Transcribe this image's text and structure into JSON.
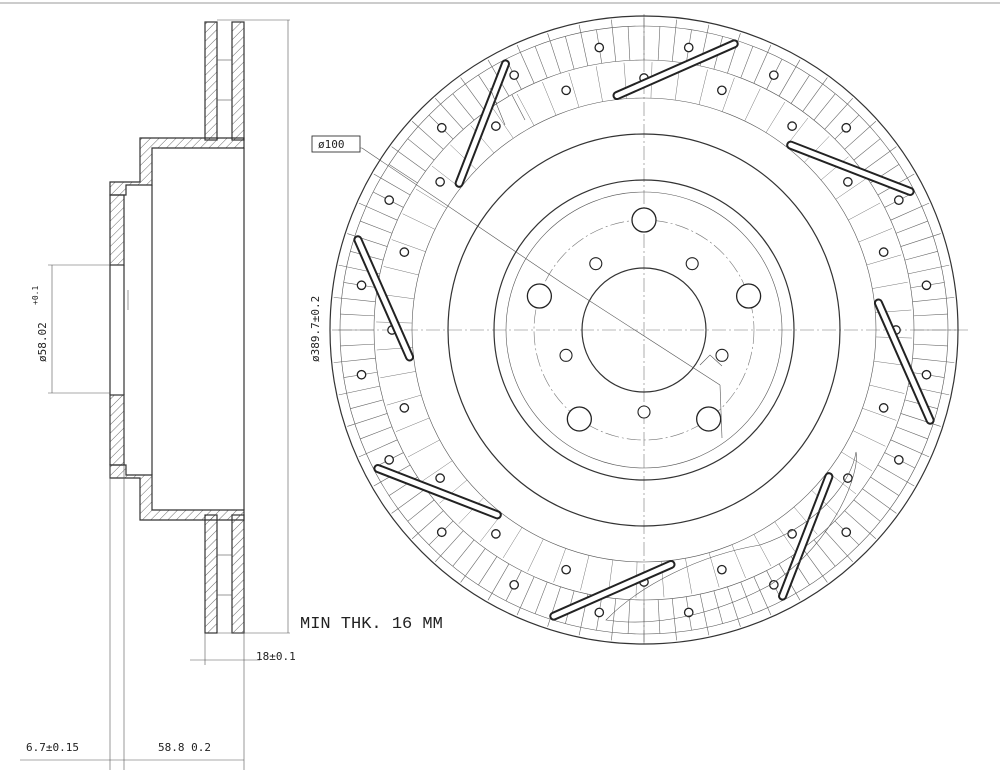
{
  "drawing": {
    "dimensions": {
      "hub_bore": "ø58.02",
      "hub_bore_tol": "+0.1",
      "disc_diameter": "ø389.7±0.2",
      "bolt_circle": "ø100",
      "thickness": "18±0.1",
      "flange_thickness": "6.7±0.15",
      "hat_height": "58.8  0.2",
      "min_thickness": "MIN THK. 16 MM"
    },
    "stud_holes": 5,
    "cross_drill_count": 40,
    "slots": 8
  }
}
